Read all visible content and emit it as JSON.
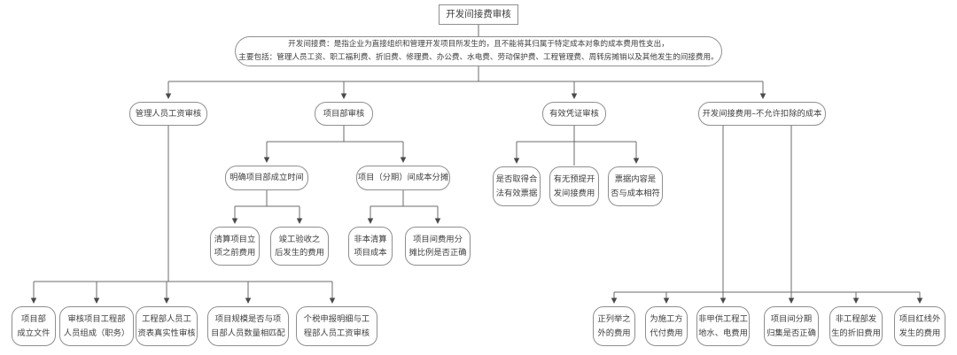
{
  "diagram_title": "开发间接费审核",
  "colors": {
    "background": "#ffffff",
    "node_border": "#8f8f8f",
    "line": "#5f5f5f",
    "text": "#3d3d3d"
  },
  "root": {
    "label": "开发间接费审核"
  },
  "description": {
    "label": "开发间接费：是指企业为直接组织和管理开发项目所发生的，且不能将其归属于特定成本对象的成本费用性支出，\n主要包括：管理人员工资、职工福利费、折旧费、修理费、办公费、水电费、劳动保护费、工程管理费、周转房摊销以及其他发生的间接费用。"
  },
  "nodes": {
    "salary": {
      "label": "管理人员工资审核"
    },
    "dept": {
      "label": "项目部审核"
    },
    "voucher": {
      "label": "有效凭证审核"
    },
    "nondeduct": {
      "label": "开发间接费用–不允许扣除的成本"
    },
    "dept_setup_time": {
      "label": "明确项目部成立时间"
    },
    "cost_alloc": {
      "label": "项目（分期）间成本分摊"
    },
    "legal_invoice": {
      "label": "是否取得合\n法有效票据"
    },
    "accrued": {
      "label": "有无预提开\n发间接费用"
    },
    "invoice_match": {
      "label": "票据内容是\n否与成本相符"
    },
    "pre_approval_fee": {
      "label": "清算项目立\n项之前费用"
    },
    "post_completion_fee": {
      "label": "竣工验收之\n后发生的费用"
    },
    "non_project_cost": {
      "label": "非本清算\n项目成本"
    },
    "alloc_ratio": {
      "label": "项目间费用分\n摊比例是否正确"
    },
    "setup_doc": {
      "label": "项目部\n成立文件"
    },
    "staff_composition": {
      "label": "审核项目工程部\n人员组成（职务）"
    },
    "salary_sheet": {
      "label": "工程部人员工\n资表真实性审核"
    },
    "scale_match": {
      "label": "项目规模是否与项\n目部人员数量相匹配"
    },
    "tax_detail": {
      "label": "个税申报明细与工\n程部人员工资审核"
    },
    "non_listed": {
      "label": "正列举之\n外的费用"
    },
    "paid_for_builder": {
      "label": "为施工方\n代付费用"
    },
    "utility": {
      "label": "非甲供工程工\n地水、电费用"
    },
    "stage_collection": {
      "label": "项目间分期\n归集是否正确"
    },
    "depreciation": {
      "label": "非工程部发\n生的折旧费用"
    },
    "outside_redline": {
      "label": "项目红线外\n发生的费用"
    }
  }
}
